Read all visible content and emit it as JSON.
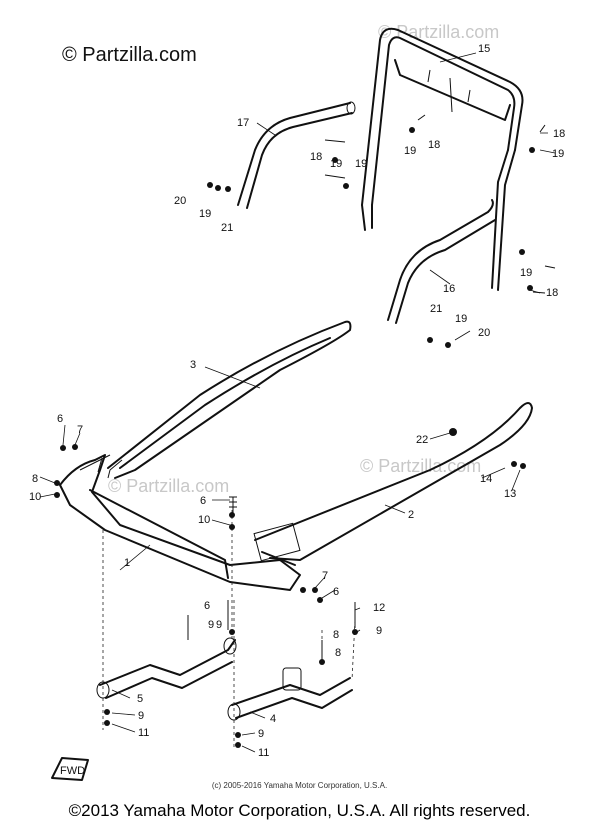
{
  "watermark": "© Partzilla.com",
  "faint_watermarks": [
    "© Partzilla.com",
    "© Partzilla.com",
    "© Partzilla.com"
  ],
  "small_copyright": "(c) 2005-2016 Yamaha Motor Corporation, U.S.A.",
  "copyright": "©2013 Yamaha Motor Corporation, U.S.A. All rights reserved.",
  "fwd_label": "FWD",
  "callouts": [
    "1",
    "2",
    "3",
    "4",
    "5",
    "6",
    "6",
    "6",
    "6",
    "7",
    "7",
    "8",
    "8",
    "8",
    "9",
    "9",
    "9",
    "9",
    "9",
    "10",
    "10",
    "11",
    "11",
    "12",
    "13",
    "14",
    "15",
    "16",
    "17",
    "18",
    "18",
    "18",
    "18",
    "19",
    "19",
    "19",
    "19",
    "19",
    "19",
    "19",
    "20",
    "20",
    "21",
    "21",
    "22"
  ]
}
